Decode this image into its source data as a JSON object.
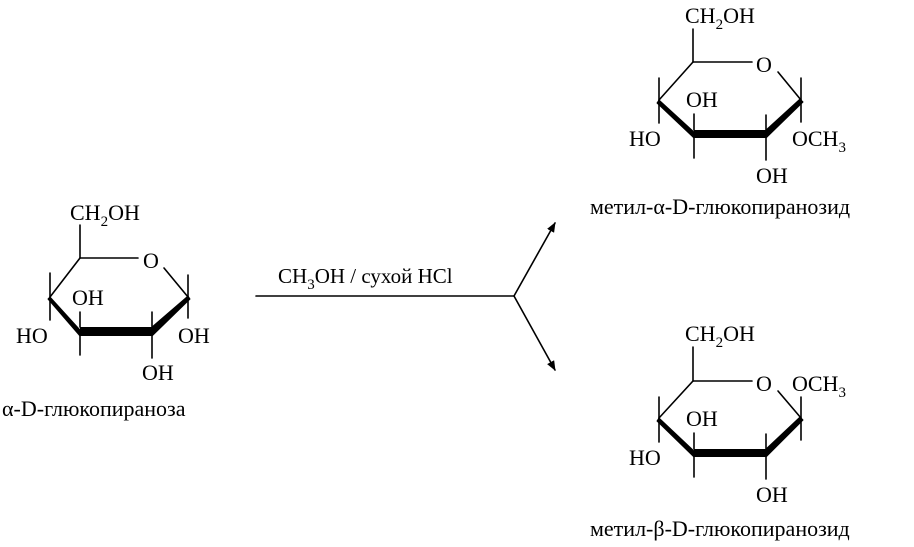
{
  "reactant": {
    "caption": "α-D-глюкопираноза",
    "ch2oh": {
      "pre": "CH",
      "sub": "2",
      "post": "OH"
    },
    "ring_o": "O",
    "oh_c2": "OH",
    "ho_c4": "HO",
    "oh_c1": "OH",
    "oh_c3": "OH"
  },
  "reagent": {
    "pre": "CH",
    "sub": "3",
    "post": "OH / сухой HCl"
  },
  "product_alpha": {
    "caption": "метил-α-D-глюкопиранозид",
    "ch2oh": {
      "pre": "CH",
      "sub": "2",
      "post": "OH"
    },
    "ring_o": "O",
    "oh_c2": "OH",
    "ho_c4": "HO",
    "och3": {
      "pre": "OCH",
      "sub": "3"
    },
    "oh_c3": "OH"
  },
  "product_beta": {
    "caption": "метил-β-D-глюкопиранозид",
    "ch2oh": {
      "pre": "CH",
      "sub": "2",
      "post": "OH"
    },
    "ring_o": "O",
    "och3": {
      "pre": "OCH",
      "sub": "3"
    },
    "oh_c2": "OH",
    "ho_c4": "HO",
    "oh_c3": "OH"
  }
}
